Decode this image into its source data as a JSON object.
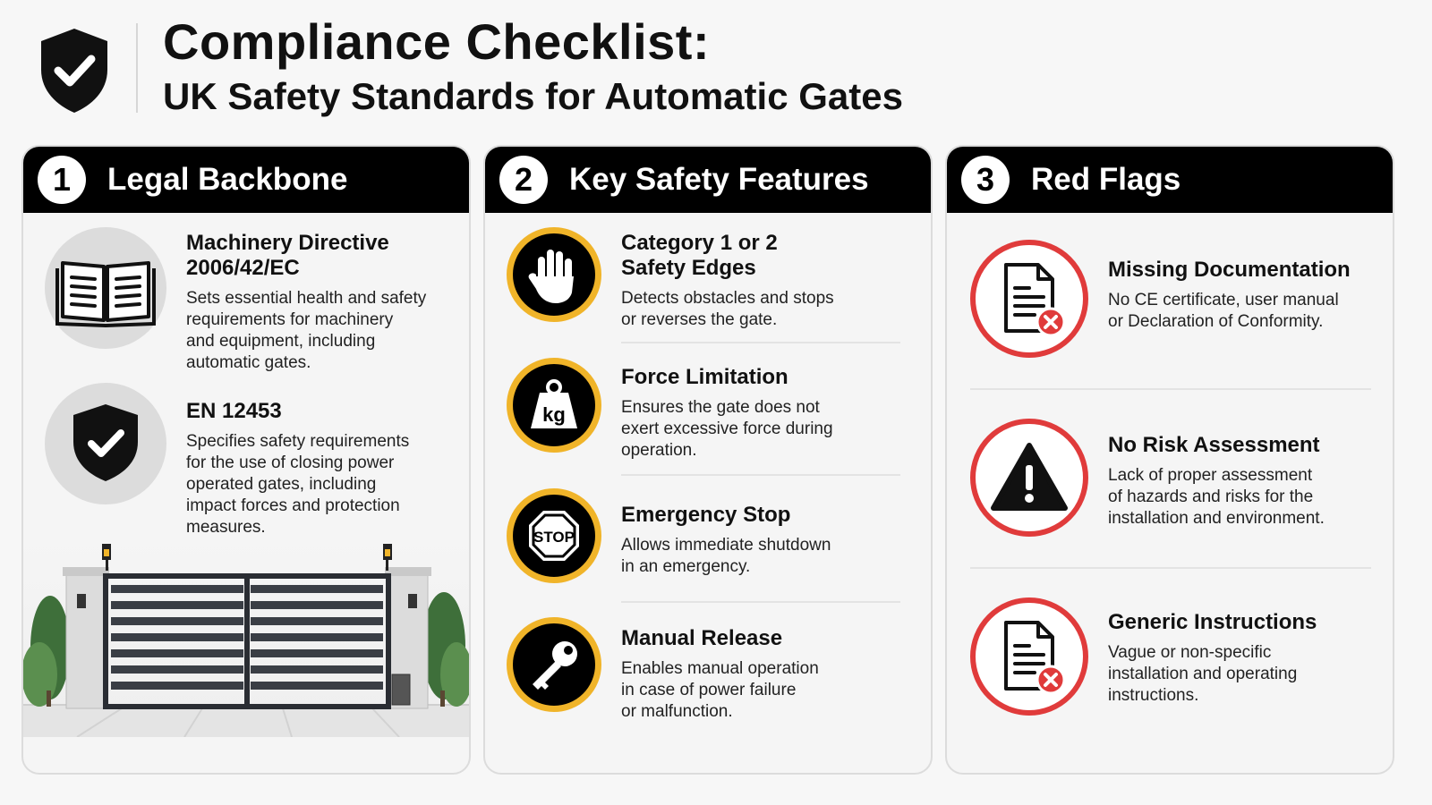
{
  "header": {
    "title": "Compliance Checklist:",
    "subtitle": "UK Safety Standards for Automatic Gates",
    "logo_icon": "shield-check-icon"
  },
  "colors": {
    "accent_yellow": "#f0b429",
    "alert_red": "#e03b3b",
    "header_black": "#000000"
  },
  "panels": [
    {
      "number": "1",
      "title": "Legal Backbone",
      "items": [
        {
          "icon": "book-icon",
          "title_line1": "Machinery Directive",
          "title_line2": "2006/42/EC",
          "desc_lines": [
            "Sets essential health and safety",
            "requirements for machinery",
            "and equipment, including",
            "automatic gates."
          ]
        },
        {
          "icon": "shield-check-icon",
          "title_line1": "EN 12453",
          "desc_lines": [
            "Specifies safety requirements",
            "for the use of closing power",
            "operated gates, including",
            "impact forces and protection",
            "measures."
          ]
        }
      ],
      "illustration": "automatic-gate-illustration"
    },
    {
      "number": "2",
      "title": "Key Safety Features",
      "items": [
        {
          "icon": "hand-stop-icon",
          "title_line1": "Category 1 or 2",
          "title_line2": "Safety Edges",
          "desc_lines": [
            "Detects obstacles and stops",
            "or reverses the gate."
          ]
        },
        {
          "icon": "weight-kg-icon",
          "icon_text": "kg",
          "title_line1": "Force Limitation",
          "desc_lines": [
            "Ensures the gate does not",
            "exert excessive force during",
            "operation."
          ]
        },
        {
          "icon": "stop-sign-icon",
          "icon_text": "STOP",
          "title_line1": "Emergency Stop",
          "desc_lines": [
            "Allows immediate shutdown",
            "in an emergency."
          ]
        },
        {
          "icon": "key-icon",
          "title_line1": "Manual Release",
          "desc_lines": [
            "Enables manual operation",
            "in case of power failure",
            "or malfunction."
          ]
        }
      ]
    },
    {
      "number": "3",
      "title": "Red Flags",
      "items": [
        {
          "icon": "document-error-icon",
          "title_line1": "Missing Documentation",
          "desc_lines": [
            "No CE certificate, user manual",
            "or Declaration of Conformity."
          ]
        },
        {
          "icon": "warning-triangle-icon",
          "title_line1": "No Risk Assessment",
          "desc_lines": [
            "Lack of proper assessment",
            "of hazards and risks for the",
            "installation and environment."
          ]
        },
        {
          "icon": "document-error-icon",
          "title_line1": "Generic Instructions",
          "desc_lines": [
            "Vague or non-specific",
            "installation and operating",
            "instructions."
          ]
        }
      ]
    }
  ]
}
